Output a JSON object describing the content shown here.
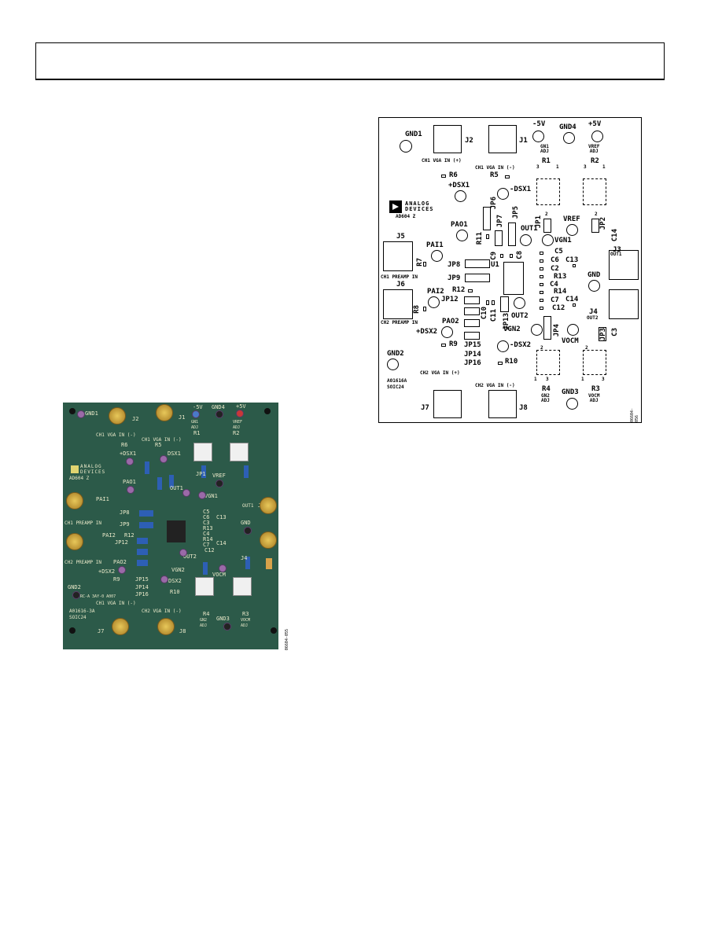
{
  "figure_ids": {
    "silkscreen": "06604-056",
    "photo": "06604-055"
  },
  "silkscreen": {
    "labels": {
      "gnd1": "GND1",
      "j2": "J2",
      "j1": "J1",
      "m5v": "-5V",
      "gnd4": "GND4",
      "p5v": "+5V",
      "gn1adj": "GN1\nADJ",
      "vrefadj": "VREF\nADJ",
      "r1": "R1",
      "r2": "R2",
      "ch1vga_p": "CH1 VGA IN (+)",
      "ch1vga_m": "CH1 VGA IN (-)",
      "r6": "R6",
      "r5": "R5",
      "pdsx1": "+DSX1",
      "mdsx1": "-DSX1",
      "adi1": "ANALOG",
      "adi2": "DEVICES",
      "ad604": "AD604 Z",
      "jp6": "JP6",
      "jp7": "JP7",
      "jp5": "JP5",
      "jp1": "JP1",
      "jp2": "JP2",
      "vref": "VREF",
      "pao1": "PAO1",
      "r11": "R11",
      "out1": "OUT1",
      "vgn1": "VGN1",
      "c14t": "C14",
      "j5": "J5",
      "pai1": "PAI1",
      "r7": "R7",
      "c9": "C9",
      "c8": "C8",
      "c5": "C5",
      "c6": "C6",
      "c13": "C13",
      "j3": "J3",
      "out1b": "OUT1",
      "jp8": "JP8",
      "u1": "U1",
      "c2": "C2",
      "ch1preamp": "CH1 PREAMP IN",
      "jp9": "JP9",
      "r13": "R13",
      "gnd": "GND",
      "c4": "C4",
      "j6": "J6",
      "r12": "R12",
      "r14": "R14",
      "pai2": "PAI2",
      "jp12": "JP12",
      "c7": "C7",
      "c14": "C14",
      "r8": "R8",
      "c10": "C10",
      "c11": "C11",
      "c12": "C12",
      "j4": "J4",
      "out2": "OUT2",
      "out2b": "OUT2",
      "ch2preamp": "CH2 PREAMP IN",
      "pao2": "PAO2",
      "jp13": "JP13",
      "pdsx2": "+DSX2",
      "vgn2": "VGN2",
      "jp4": "JP4",
      "jp3": "JP3",
      "c3": "C3",
      "r9": "R9",
      "vocm": "VOCM",
      "jp15": "JP15",
      "mdsx2": "-DSX2",
      "gnd2": "GND2",
      "jp14": "JP14",
      "jp16": "JP16",
      "r10": "R10",
      "ch2vga_p": "CH2 VGA IN (+)",
      "a01616a": "A01616A",
      "soic24": "SOIC24",
      "ch2vga_m": "CH2 VGA IN (-)",
      "r4": "R4",
      "gnd3": "GND3",
      "r3": "R3",
      "gn2adj": "GN2\nADJ",
      "vocmadj": "VOCM\nADJ",
      "j7": "J7",
      "j8": "J8",
      "n2": "2",
      "n3": "3",
      "n1": "1"
    }
  },
  "photo": {
    "labels": {
      "gnd1": "GND1",
      "j2": "J2",
      "j1": "J1",
      "m5v": "-5V",
      "gnd4": "GND4",
      "p5v": "+5V",
      "ch1vga": "CH1 VGA IN (-)",
      "ch1vga2": "CH1 VGA IN (-)",
      "gn1": "GN1\nADJ",
      "vrefadj": "VREF\nADJ",
      "r1": "R1",
      "r2": "R2",
      "r6": "R6",
      "r5": "R5",
      "pdsx1": "+DSX1",
      "dsx1": "DSX1",
      "adi": "ANALOG\nDEVICES",
      "ad604": "AD604 Z",
      "jp6": "JP6",
      "pao1": "PAO1",
      "jp1": "JP1",
      "jp5": "JP5",
      "vref": "VREF",
      "jp2": "JP2",
      "out1": "OUT1",
      "vgn1": "VGN1",
      "j3": "J3",
      "out1b": "OUT1",
      "pai1": "PAI1",
      "jp8": "JP8",
      "c5": "C5",
      "c6": "C6",
      "c13": "C13",
      "c3": "C3",
      "r13": "R13",
      "ch1preamp": "CH1 PREAMP IN",
      "jp9": "JP9",
      "gnd": "GND",
      "c4": "C4",
      "r14": "R14",
      "pai2": "PAI2",
      "r12": "R12",
      "jp12": "JP12",
      "c7": "C7",
      "c14": "C14",
      "c12": "C12",
      "ch2preamp": "CH2 PREAMP IN",
      "pao2": "PAO2",
      "out2": "OUT2",
      "pdsx2": "+DSX2",
      "vgn2": "VGN2",
      "j4": "J4",
      "r9": "R9",
      "jp15": "JP15",
      "dsx2": "DSX2",
      "vocm": "VOCM",
      "gnd2": "GND2",
      "rev": "RC-A 3AY-0 A007",
      "jp14": "JP14",
      "jp16": "JP16",
      "r10": "R10",
      "ch1vgain": "CH1 VGA IN (-)",
      "a01616": "A01616-3A",
      "soic24": "SOIC24",
      "ch2vgain": "CH2 VGA IN (-)",
      "r4": "R4",
      "gnd3": "GND3",
      "r3": "R3",
      "gn2": "GN2\nADJ",
      "vocmadj": "VOCM\nADJ",
      "j7": "J7",
      "j8": "J8"
    }
  }
}
